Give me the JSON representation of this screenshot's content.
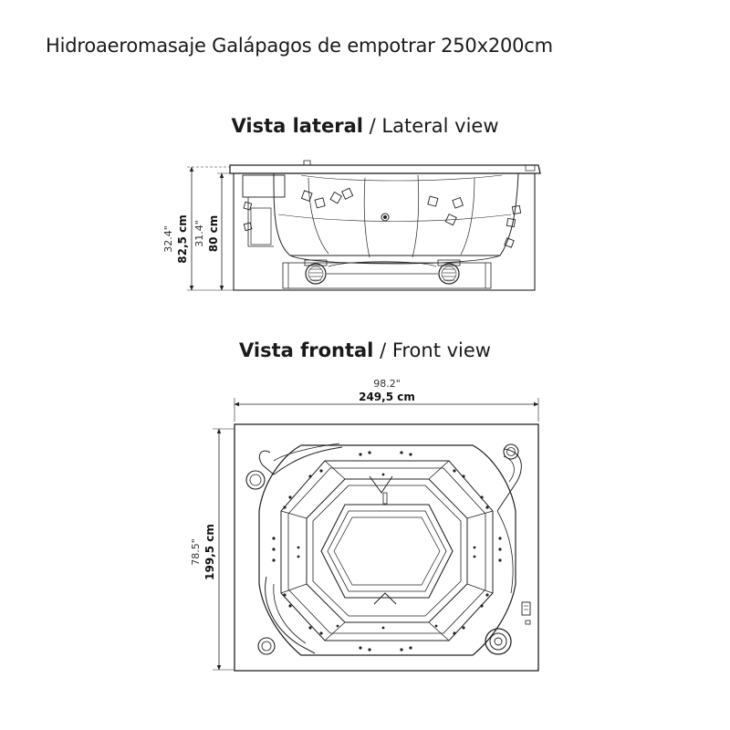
{
  "title": "Hidroaeromasaje Galápagos de empotrar 250x200cm",
  "lateral": {
    "title_es": "Vista lateral",
    "separator": " / ",
    "title_en": "Lateral view",
    "height_outer_in": "32.4\"",
    "height_outer_cm": "82,5 cm",
    "height_inner_in": "31.4\"",
    "height_inner_cm": "80 cm"
  },
  "front": {
    "title_es": "Vista frontal",
    "separator": " / ",
    "title_en": "Front view",
    "width_in": "98.2\"",
    "width_cm": "249,5 cm",
    "depth_in": "78.5\"",
    "depth_cm": "199,5 cm"
  },
  "colors": {
    "line": "#222222",
    "text": "#1a1a1a"
  }
}
